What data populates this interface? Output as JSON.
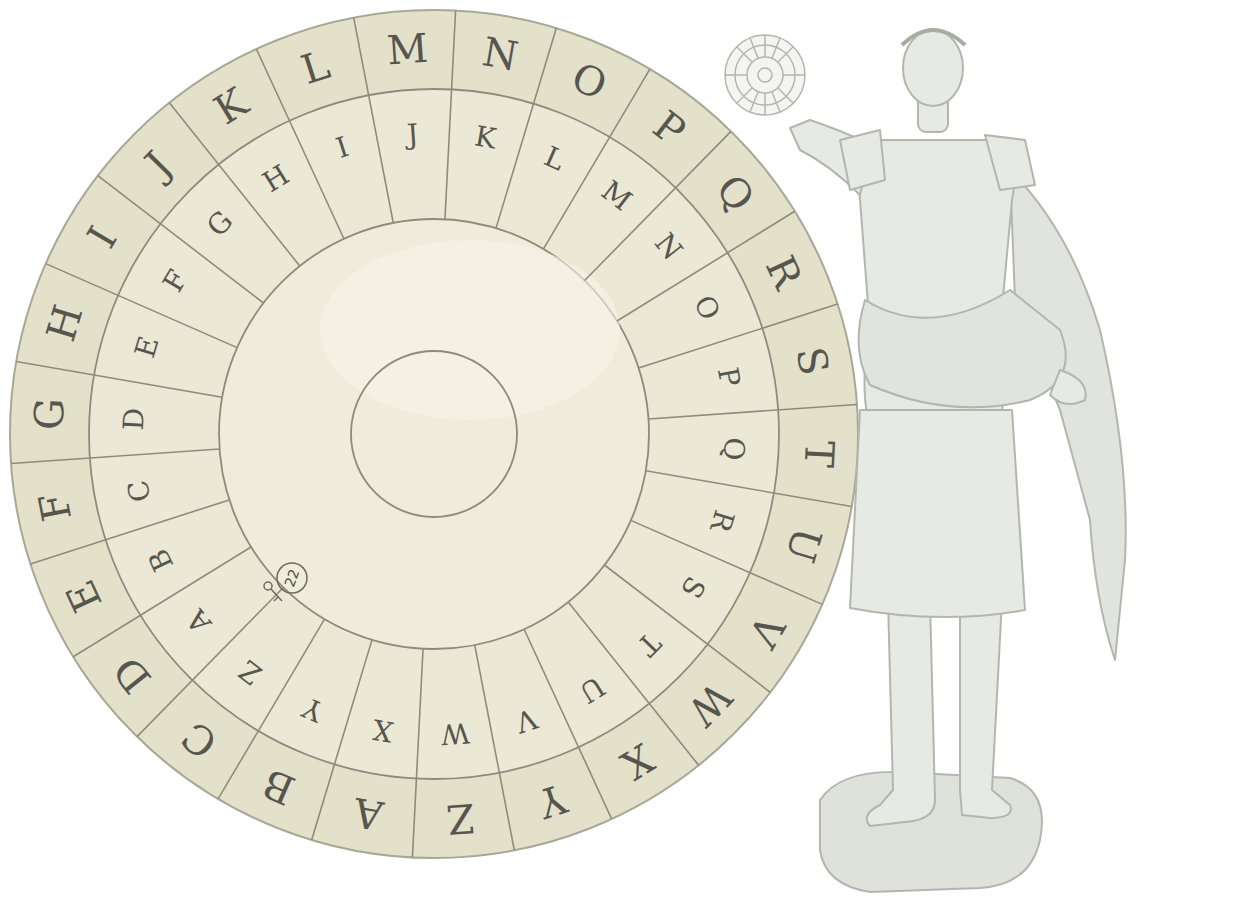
{
  "diagram": {
    "labels": [
      "A",
      "B",
      "C",
      "D",
      "E",
      "F",
      "G",
      "H",
      "I",
      "J",
      "K",
      "L",
      "M",
      "N",
      "O",
      "P",
      "Q",
      "R",
      "S",
      "T",
      "U",
      "V",
      "W",
      "X",
      "Y",
      "Z",
      "A",
      "B",
      "C",
      "D",
      "E",
      "F",
      "G",
      "H",
      "I",
      "J",
      "K",
      "L",
      "M",
      "N",
      "O",
      "P",
      "Q",
      "R",
      "S",
      "T",
      "U",
      "V",
      "W",
      "X",
      "Y",
      "Z",
      "22"
    ]
  }
}
